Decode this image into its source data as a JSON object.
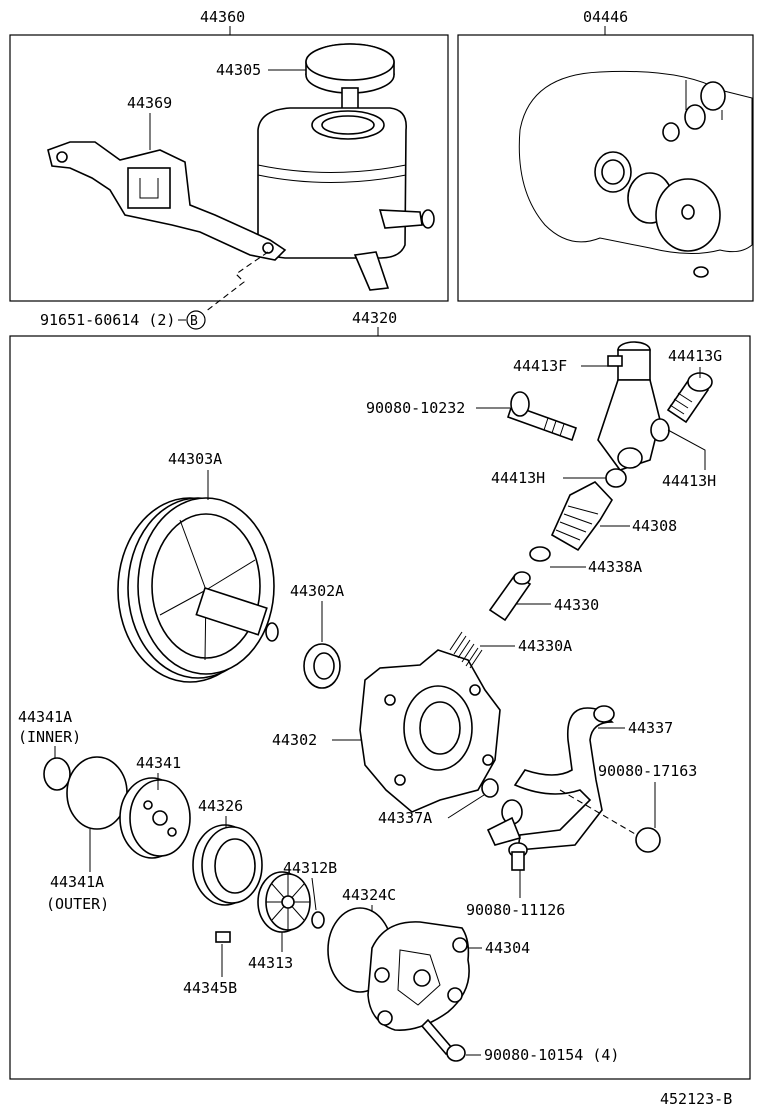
{
  "top_left_box": {
    "header": "44360"
  },
  "top_right_box": {
    "header": "04446"
  },
  "main_box": {
    "header": "44320"
  },
  "footer": {
    "figure_number": "452123-B"
  },
  "callouts": {
    "reservoir_cap": "44305",
    "reservoir_bracket": "44369",
    "reservoir_bolt": "91651-60614 (2)",
    "reservoir_bolt_marker": "B",
    "union_fitting": "44413F",
    "union_bolt": "44413G",
    "union_bolt_long": "90080-10232",
    "gasket_left": "44413H",
    "gasket_right": "44413H",
    "pulley": "44303A",
    "flow_control_plug": "44308",
    "o_ring_plug": "44338A",
    "flow_control_valve": "44330",
    "valve_spring": "44330A",
    "oil_seal": "44302A",
    "pump_housing": "44302",
    "suction_port_pipe": "44337",
    "pipe_bolt": "90080-17163",
    "o_ring_inner": "44341A",
    "o_ring_inner_note": "(INNER)",
    "o_ring_outer": "44341A",
    "o_ring_outer_note": "(OUTER)",
    "side_plate": "44341",
    "cam_ring": "44326",
    "snap_ring": "44312B",
    "suction_o_ring": "44337A",
    "rotor": "44313",
    "rear_o_ring": "44324C",
    "vane_plate": "44345B",
    "rear_housing": "44304",
    "pipe_union_bolt": "90080-11126",
    "housing_bolt": "90080-10154 (4)"
  }
}
